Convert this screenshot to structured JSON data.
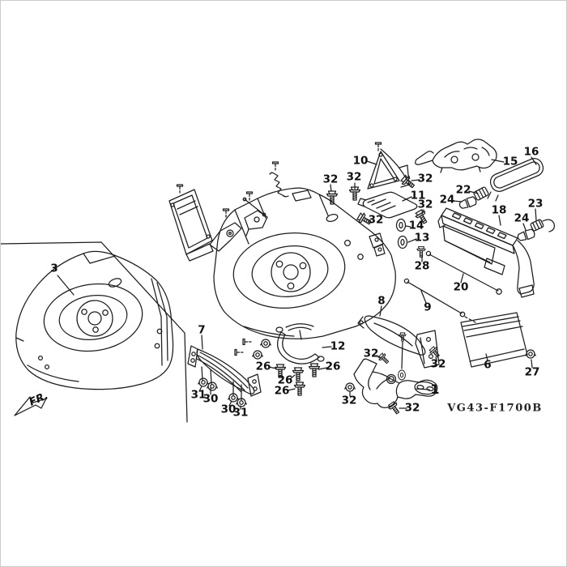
{
  "diagram": {
    "title_code": "VG43-F1700B",
    "front_indicator": "FR.",
    "highlighted_part_number": "1",
    "highlight_color": "#f2e93a",
    "line_color": "#1d1d1d",
    "background_color": "#ffffff"
  },
  "part_labels": [
    {
      "text": "1"
    },
    {
      "text": "3"
    },
    {
      "text": "6"
    },
    {
      "text": "7"
    },
    {
      "text": "8"
    },
    {
      "text": "9"
    },
    {
      "text": "10"
    },
    {
      "text": "11"
    },
    {
      "text": "12"
    },
    {
      "text": "13"
    },
    {
      "text": "14"
    },
    {
      "text": "15"
    },
    {
      "text": "16"
    },
    {
      "text": "18"
    },
    {
      "text": "20"
    },
    {
      "text": "22"
    },
    {
      "text": "23"
    },
    {
      "text": "24"
    },
    {
      "text": "24"
    },
    {
      "text": "26"
    },
    {
      "text": "26"
    },
    {
      "text": "26"
    },
    {
      "text": "26"
    },
    {
      "text": "27"
    },
    {
      "text": "28"
    },
    {
      "text": "30"
    },
    {
      "text": "30"
    },
    {
      "text": "31"
    },
    {
      "text": "31"
    },
    {
      "text": "32"
    },
    {
      "text": "32"
    },
    {
      "text": "32"
    },
    {
      "text": "32"
    },
    {
      "text": "32"
    },
    {
      "text": "32"
    },
    {
      "text": "32"
    },
    {
      "text": "32"
    },
    {
      "text": "32"
    }
  ]
}
